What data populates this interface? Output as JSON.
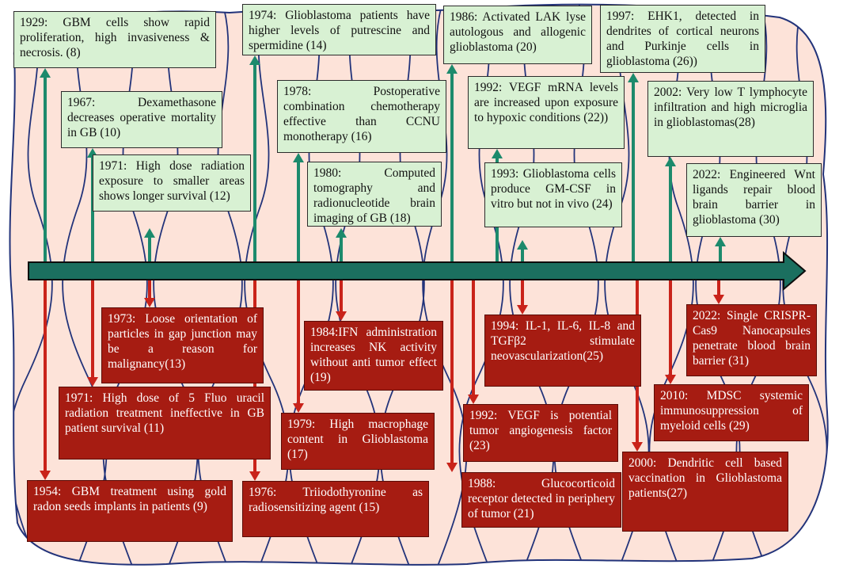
{
  "colors": {
    "background_shape": "#fde3d9",
    "background_lines": "#22337a",
    "timeline_arrow": "#1b6f5f",
    "upper_box_fill": "#d8f1d3",
    "upper_arrow": "#1c8a6c",
    "lower_box_fill": "#a61c12",
    "lower_arrow": "#c9231a"
  },
  "upper_events": [
    {
      "text": "1929: GBM cells show rapid proliferation, high invasiveness & necrosis. (8)"
    },
    {
      "text": "1967: Dexamethasone decreases operative mortality in GB (10)"
    },
    {
      "text": "1971: High dose radiation exposure to smaller areas shows longer survival (12)"
    },
    {
      "text": "1974: Glioblastoma patients have higher levels of putrescine and spermidine (14)"
    },
    {
      "text": "1978: Postoperative combination chemotherapy effective than CCNU monotherapy (16)"
    },
    {
      "text": "1980: Computed tomography and radionucleotide brain imaging of GB (18)"
    },
    {
      "text": "1986: Activated LAK lyse autologous and allogenic glioblastoma (20)"
    },
    {
      "text": "1992: VEGF mRNA levels are increased upon exposure to hypoxic conditions (22))"
    },
    {
      "text": "1993: Glioblastoma cells produce GM-CSF in vitro but not in vivo (24)"
    },
    {
      "text": "1997: EHK1, detected in dendrites of cortical neurons and Purkinje cells in glioblastoma (26))"
    },
    {
      "text": "2002: Very low T lymphocyte infiltration and high microglia in glioblastomas(28)"
    },
    {
      "text": "2022: Engineered Wnt ligands repair blood brain barrier in glioblastoma (30)"
    }
  ],
  "lower_events": [
    {
      "text": "1954: GBM treatment using gold radon seeds implants in patients (9)"
    },
    {
      "text": "1971: High dose of 5 Fluo uracil radiation treatment ineffective in GB patient survival (11)"
    },
    {
      "text": "1973: Loose orientation of particles in gap junction may be a reason for malignancy(13)"
    },
    {
      "text": "1976: Triiodothyronine as radiosensitizing agent (15)"
    },
    {
      "text": "1979: High macrophage content in Glioblastoma (17)"
    },
    {
      "text": "1984:IFN administration increases NK activity without anti tumor effect (19)"
    },
    {
      "text": "1988: Glucocorticoid receptor detected in periphery of tumor (21)"
    },
    {
      "text": "1992: VEGF is potential tumor angiogenesis factor (23)"
    },
    {
      "text": "1994: IL-1, IL-6, IL-8 and TGFβ2 stimulate neovascularization(25)"
    },
    {
      "text": "2000: Dendritic cell based vaccination in Glioblastoma patients(27)"
    },
    {
      "text": "2010: MDSC systemic immunosuppression of myeloid cells (29)"
    },
    {
      "text": "2022: Single CRISPR-Cas9 Nanocapsules penetrate blood brain barrier (31)"
    }
  ]
}
